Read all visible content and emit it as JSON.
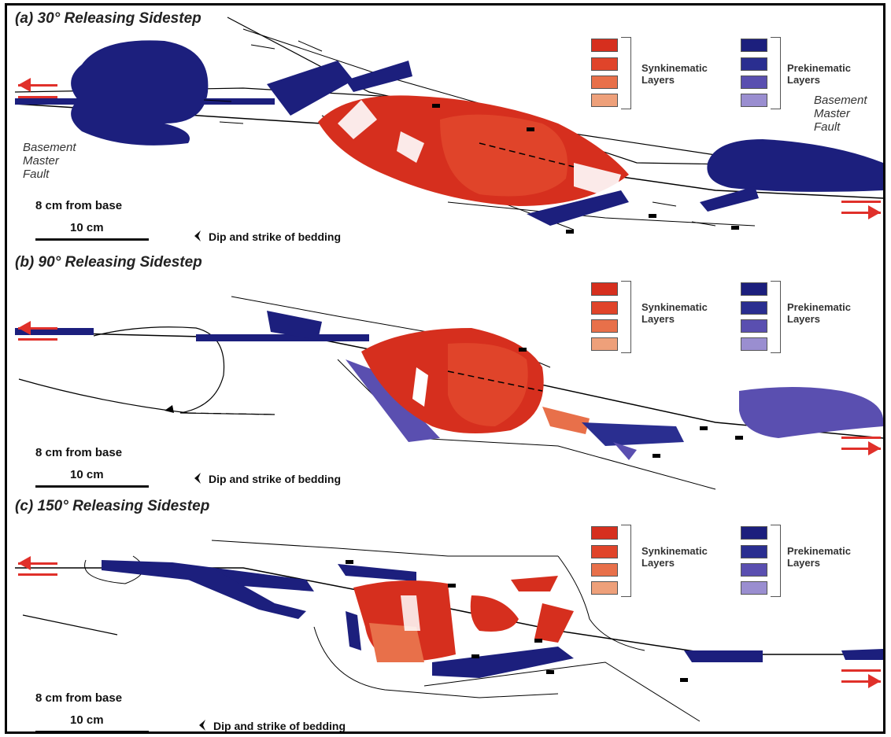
{
  "legend": {
    "synkinematic_label_line1": "Synkinematic",
    "synkinematic_label_line2": "Layers",
    "prekinematic_label_line1": "Prekinematic",
    "prekinematic_label_line2": "Layers",
    "synkinematic_colors": [
      "#d62f1e",
      "#e0442a",
      "#e8704a",
      "#eea07a"
    ],
    "prekinematic_colors": [
      "#1c1f7d",
      "#2a2e90",
      "#5a4fb0",
      "#9a8ed0"
    ]
  },
  "panels": [
    {
      "title": "(a) 30° Releasing Sidestep",
      "depth": "8 cm from base",
      "scale": "10 cm",
      "dip_label": "Dip and strike of  bedding",
      "fault_label_left": [
        "Basement",
        "Master",
        "Fault"
      ],
      "fault_label_right": [
        "Basement",
        "Master",
        "Fault"
      ]
    },
    {
      "title": "(b) 90° Releasing Sidestep",
      "depth": "8 cm from base",
      "scale": "10 cm",
      "dip_label": "Dip and strike of  bedding"
    },
    {
      "title": "(c) 150° Releasing Sidestep",
      "depth": "8 cm from base",
      "scale": "10 cm",
      "dip_label": "Dip and strike of  bedding"
    }
  ],
  "colors": {
    "red": "#d62f1e",
    "blue": "#1c1f7d",
    "purple": "#5a4fb0",
    "arrow": "#e0302a"
  }
}
